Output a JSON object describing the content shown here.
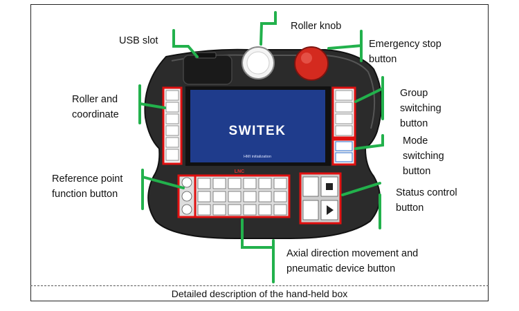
{
  "labels": {
    "usb_slot": "USB slot",
    "roller_knob": "Roller knob",
    "emergency_stop": "Emergency stop\nbutton",
    "roller_coordinate": "Roller and\ncoordinate",
    "group_switching": "Group\nswitching\nbutton",
    "mode_switching": "Mode\nswitching\nbutton",
    "reference_point": "Reference point\nfunction button",
    "status_control": "Status control\nbutton",
    "axial_direction": "Axial direction movement and\npneumatic device button"
  },
  "screen": {
    "brand": "SWITEK",
    "status": "HMI initialization"
  },
  "device_logo": "LNC",
  "caption": "Detailed description of the hand-held box",
  "colors": {
    "body": "#2b2b2b",
    "screen": "#1f3c8c",
    "highlight": "#e01010",
    "pointer": "#22b14c",
    "estop": "#d42a1f"
  }
}
